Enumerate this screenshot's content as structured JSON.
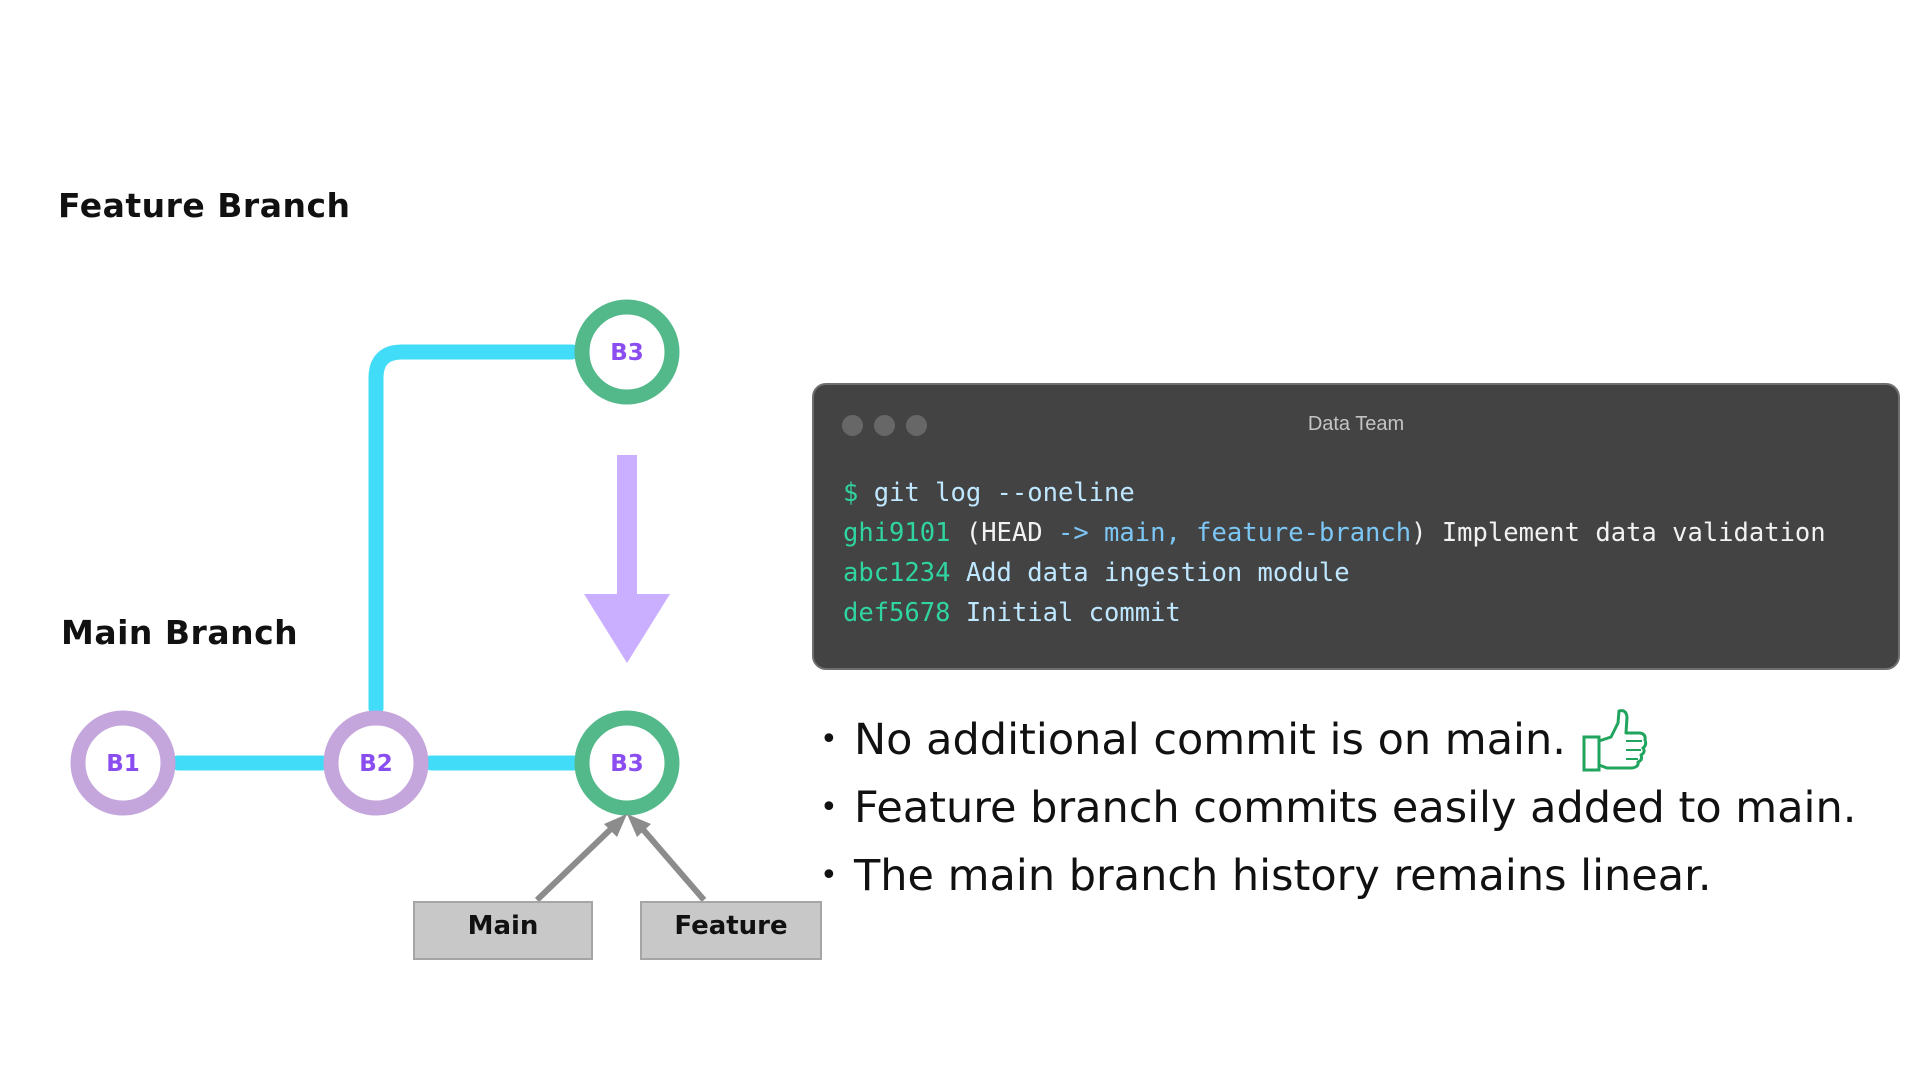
{
  "headings": {
    "feature_branch": "Feature Branch",
    "main_branch": "Main Branch"
  },
  "nodes": {
    "b1": "B1",
    "b2": "B2",
    "b3_feature": "B3",
    "b3_main": "B3"
  },
  "pointers": {
    "main": "Main",
    "feature": "Feature"
  },
  "terminal": {
    "title": "Data Team",
    "lines": [
      {
        "prompt": "$",
        "command": "git log --oneline"
      },
      {
        "hash": "ghi9101",
        "open": "(",
        "head": "HEAD",
        "arrow": "->",
        "main": "main,",
        "feature": "feature-branch",
        "close": ")",
        "message": "Implement data validation"
      },
      {
        "hash": "abc1234",
        "message": "Add data ingestion module"
      },
      {
        "hash": "def5678",
        "message": "Initial commit"
      }
    ]
  },
  "bullets": [
    "No additional commit is on main.",
    "Feature branch commits easily added to main.",
    "The main branch history remains linear."
  ],
  "colors": {
    "branch_line": "#41dcf7",
    "main_node": "#c4a6dc",
    "merged_node": "#53b98a",
    "node_label": "#8a4ef0",
    "merge_arrow": "#caaeff",
    "pointer_box": "#c8c8c8",
    "pointer_arrow": "#8c8c8c",
    "terminal_bg": "#434343",
    "hash_green": "#2fd4a0",
    "thumb_icon": "#21a55e"
  },
  "icons": {
    "thumb": "thumbs-up-icon"
  }
}
